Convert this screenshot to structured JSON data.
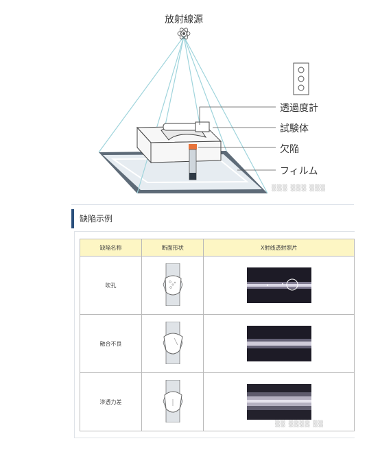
{
  "diagram": {
    "source_label": "放射線源",
    "labels": [
      "透過度計",
      "試験体",
      "欠陥",
      "フィルム"
    ],
    "defect_color": "#e8733a",
    "beam_color": "#9fd4dc",
    "plate_color": "#5e6b78"
  },
  "section": {
    "title": "缺陥示例",
    "headers": [
      "缺陥名称",
      "断面形状",
      "X射线透射照片"
    ],
    "rows": [
      {
        "name": "吹孔"
      },
      {
        "name": "融合不良"
      },
      {
        "name": "滲透力差"
      }
    ]
  }
}
